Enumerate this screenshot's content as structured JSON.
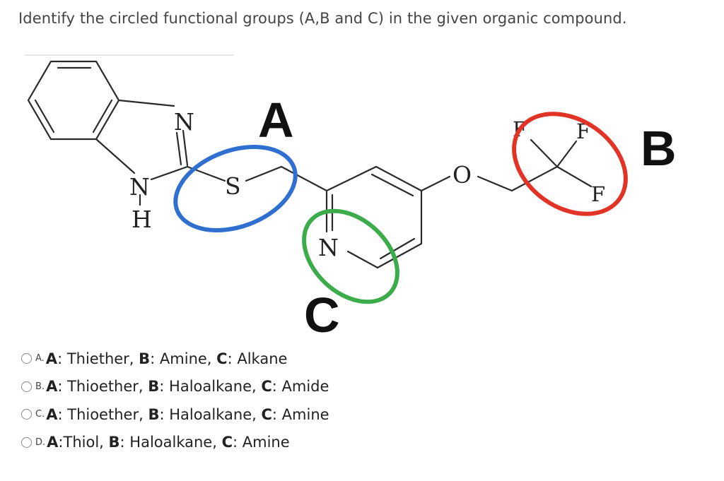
{
  "question": "Identify the circled functional groups (A,B and C) in the given organic compound.",
  "figure": {
    "atoms": {
      "n_top": "N",
      "n_bottom": "N",
      "h": "H",
      "s": "S",
      "n_pyridine": "N",
      "o": "O",
      "f1": "F",
      "f2": "F",
      "f3": "F"
    },
    "labels": {
      "a": "A",
      "b": "B",
      "c": "C"
    },
    "circle_colors": {
      "a": "#2f6fd0",
      "b": "#e23327",
      "c": "#3cac4a"
    }
  },
  "options": [
    {
      "letter": "A.",
      "a_key": "A",
      "a_val": ": Thiether, ",
      "b_key": "B",
      "b_val": ": Amine, ",
      "c_key": "C",
      "c_val": ": Alkane"
    },
    {
      "letter": "B.",
      "a_key": "A",
      "a_val": ": Thioether, ",
      "b_key": "B",
      "b_val": ": Haloalkane, ",
      "c_key": "C",
      "c_val": ": Amide"
    },
    {
      "letter": "C.",
      "a_key": "A",
      "a_val": ": Thioether, ",
      "b_key": "B",
      "b_val": ": Haloalkane, ",
      "c_key": "C",
      "c_val": ": Amine"
    },
    {
      "letter": "D.",
      "a_key": "A",
      "a_val": ":Thiol, ",
      "b_key": "B",
      "b_val": ": Haloalkane, ",
      "c_key": "C",
      "c_val": ": Amine"
    }
  ]
}
